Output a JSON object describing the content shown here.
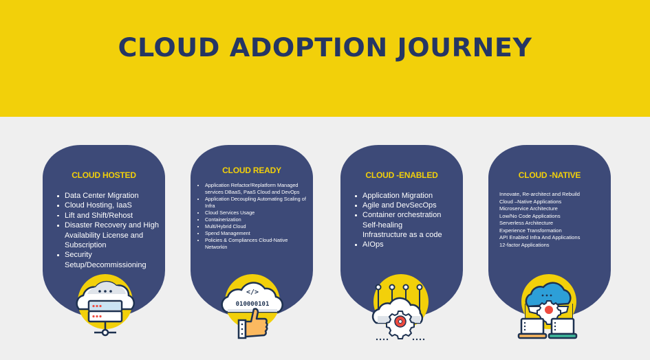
{
  "header": {
    "title": "CLOUD ADOPTION JOURNEY"
  },
  "colors": {
    "header_bg": "#f2d00a",
    "title": "#253664",
    "card_bg": "#3d4a78",
    "card_title": "#f2d00a",
    "page_bg": "#efefef"
  },
  "cards": [
    {
      "title": "CLOUD HOSTED",
      "icon": "cloud-server-icon",
      "items": [
        "Data Center Migration",
        "Cloud Hosting, IaaS",
        "Lift and Shift/Rehost",
        "Disaster Recovery and High Availability License and Subscription",
        "Security Setup/Decommissioning"
      ]
    },
    {
      "title": "CLOUD READY",
      "icon": "cloud-code-thumbs-up-icon",
      "icon_text": "010000101",
      "items": [
        "Application Refactor/Replatform Managed services DBaaS, PaaS Cloud and DevOps",
        "Application Decoupling Automating Scaling of Infra",
        "Cloud Services Usage",
        "Containerization",
        "Multi/Hybrid Cloud",
        "Spend Management",
        "Policies & Compliances Cloud-Native Networkin"
      ]
    },
    {
      "title": "CLOUD -ENABLED",
      "icon": "cloud-gear-network-icon",
      "items": [
        "Application Migration",
        " Agile and DevSecOps",
        "Container orchestration",
        "Self-healing",
        "Infrastructure as a code",
        "AIOps"
      ]
    },
    {
      "title": "CLOUD -NATIVE",
      "icon": "cloud-gear-laptops-icon",
      "items": [
        "Innovate, Re-architect and Rebuild",
        "Cloud –Native Applications",
        "Microservice Architecture",
        "Low/No Code Applications",
        "Serverless Architecture",
        "Experience Transformation",
        "API Enabled Infra And Applications",
        "12-factor Applications"
      ]
    }
  ]
}
